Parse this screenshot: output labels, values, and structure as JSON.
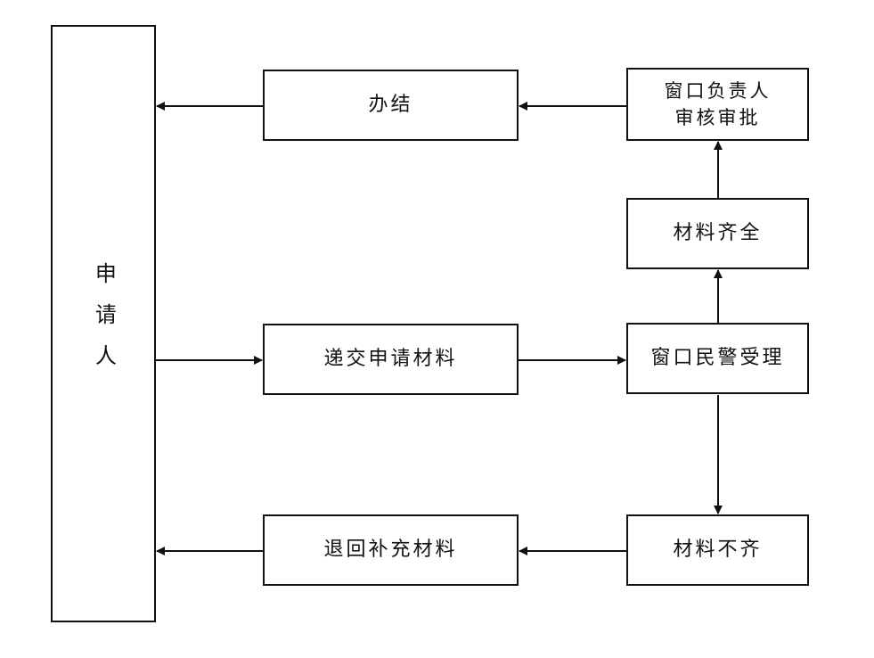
{
  "flowchart": {
    "applicant": "申请人",
    "finish": "办结",
    "review": "窗口负责人\n审核审批",
    "complete": "材料齐全",
    "submit": "递交申请材料",
    "accept": "窗口民警受理",
    "return": "退回补充材料",
    "incomplete": "材料不齐"
  }
}
